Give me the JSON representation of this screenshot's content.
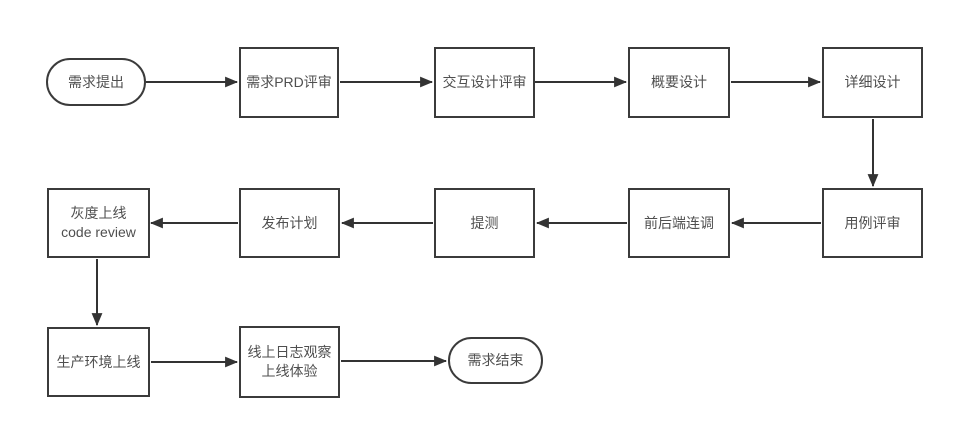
{
  "diagram": {
    "description": "软件需求研发流程图",
    "colors": {
      "background": "#ffffff",
      "node_border": "#3b3b3b",
      "node_fill": "#ffffff",
      "text": "#4f4f4f",
      "arrow": "#333333"
    },
    "nodes": [
      {
        "id": "start",
        "type": "terminator",
        "label": "需求提出"
      },
      {
        "id": "prd-review",
        "type": "process",
        "label": "需求PRD评审"
      },
      {
        "id": "interaction-review",
        "type": "process",
        "label": "交互设计评审"
      },
      {
        "id": "high-level-design",
        "type": "process",
        "label": "概要设计"
      },
      {
        "id": "detailed-design",
        "type": "process",
        "label": "详细设计"
      },
      {
        "id": "use-case-review",
        "type": "process",
        "label": "用例评审"
      },
      {
        "id": "fe-be-integration",
        "type": "process",
        "label": "前后端连调"
      },
      {
        "id": "submit-test",
        "type": "process",
        "label": "提测"
      },
      {
        "id": "release-plan",
        "type": "process",
        "label": "发布计划"
      },
      {
        "id": "gray-release",
        "type": "process",
        "lines": [
          "灰度上线",
          "code review"
        ]
      },
      {
        "id": "production-launch",
        "type": "process",
        "label": "生产环境上线"
      },
      {
        "id": "log-observation",
        "type": "process",
        "lines": [
          "线上日志观察",
          "上线体验"
        ]
      },
      {
        "id": "end",
        "type": "terminator",
        "label": "需求结束"
      }
    ],
    "edges": [
      {
        "from": "start",
        "to": "prd-review"
      },
      {
        "from": "prd-review",
        "to": "interaction-review"
      },
      {
        "from": "interaction-review",
        "to": "high-level-design"
      },
      {
        "from": "high-level-design",
        "to": "detailed-design"
      },
      {
        "from": "detailed-design",
        "to": "use-case-review"
      },
      {
        "from": "use-case-review",
        "to": "fe-be-integration"
      },
      {
        "from": "fe-be-integration",
        "to": "submit-test"
      },
      {
        "from": "submit-test",
        "to": "release-plan"
      },
      {
        "from": "release-plan",
        "to": "gray-release"
      },
      {
        "from": "gray-release",
        "to": "production-launch"
      },
      {
        "from": "production-launch",
        "to": "log-observation"
      },
      {
        "from": "log-observation",
        "to": "end"
      }
    ]
  }
}
